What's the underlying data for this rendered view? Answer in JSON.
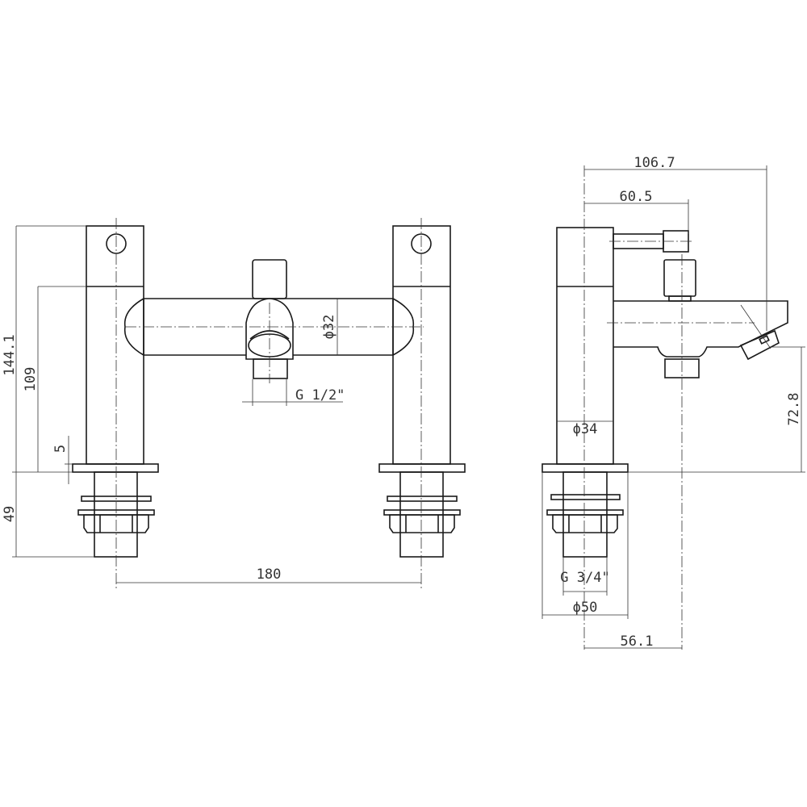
{
  "drawing": {
    "front_view": {
      "dimensions": {
        "overall_height": "144.1",
        "body_height": "109",
        "flange_thickness": "5",
        "below_deck": "49",
        "tap_centres": "180",
        "bar_diameter": "ϕ32",
        "diverter_thread": "G 1/2\""
      }
    },
    "side_view": {
      "dimensions": {
        "overall_depth": "106.7",
        "lever_reach": "60.5",
        "spout_height": "72.8",
        "column_diameter": "ϕ34",
        "inlet_thread": "G 3/4\"",
        "flange_diameter": "ϕ50",
        "spout_offset": "56.1"
      }
    },
    "colors": {
      "line": "#1a1a1a",
      "background": "#ffffff"
    }
  }
}
